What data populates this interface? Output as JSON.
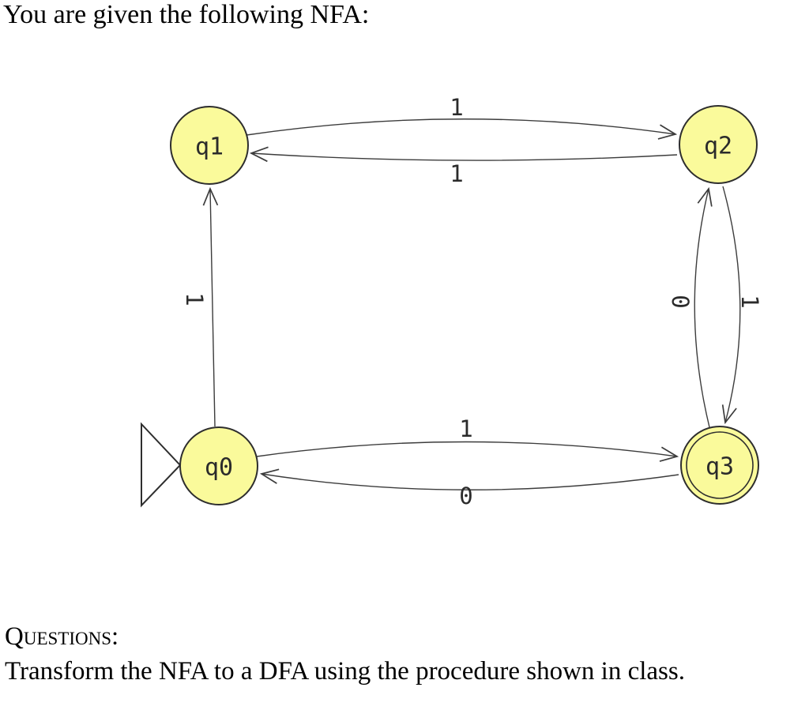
{
  "page": {
    "intro_text": "You are given the following NFA:",
    "questions_heading": "Questions:",
    "questions_text": "Transform the NFA to a DFA using the procedure shown in class."
  },
  "diagram": {
    "type": "nfa-state-diagram",
    "colors": {
      "state_fill": "#FAFA9B",
      "state_stroke": "#2e2e2e",
      "edge_color": "#3c3c3c"
    },
    "states": {
      "q0": {
        "label": "q0",
        "start": true,
        "accepting": false
      },
      "q1": {
        "label": "q1",
        "start": false,
        "accepting": false
      },
      "q2": {
        "label": "q2",
        "start": false,
        "accepting": false
      },
      "q3": {
        "label": "q3",
        "start": false,
        "accepting": true
      }
    },
    "transitions": [
      {
        "from": "q1",
        "to": "q2",
        "symbol": "1"
      },
      {
        "from": "q2",
        "to": "q1",
        "symbol": "1"
      },
      {
        "from": "q0",
        "to": "q1",
        "symbol": "1"
      },
      {
        "from": "q3",
        "to": "q2",
        "symbol": "0"
      },
      {
        "from": "q2",
        "to": "q3",
        "symbol": "1"
      },
      {
        "from": "q0",
        "to": "q3",
        "symbol": "1"
      },
      {
        "from": "q3",
        "to": "q0",
        "symbol": "0"
      }
    ]
  }
}
